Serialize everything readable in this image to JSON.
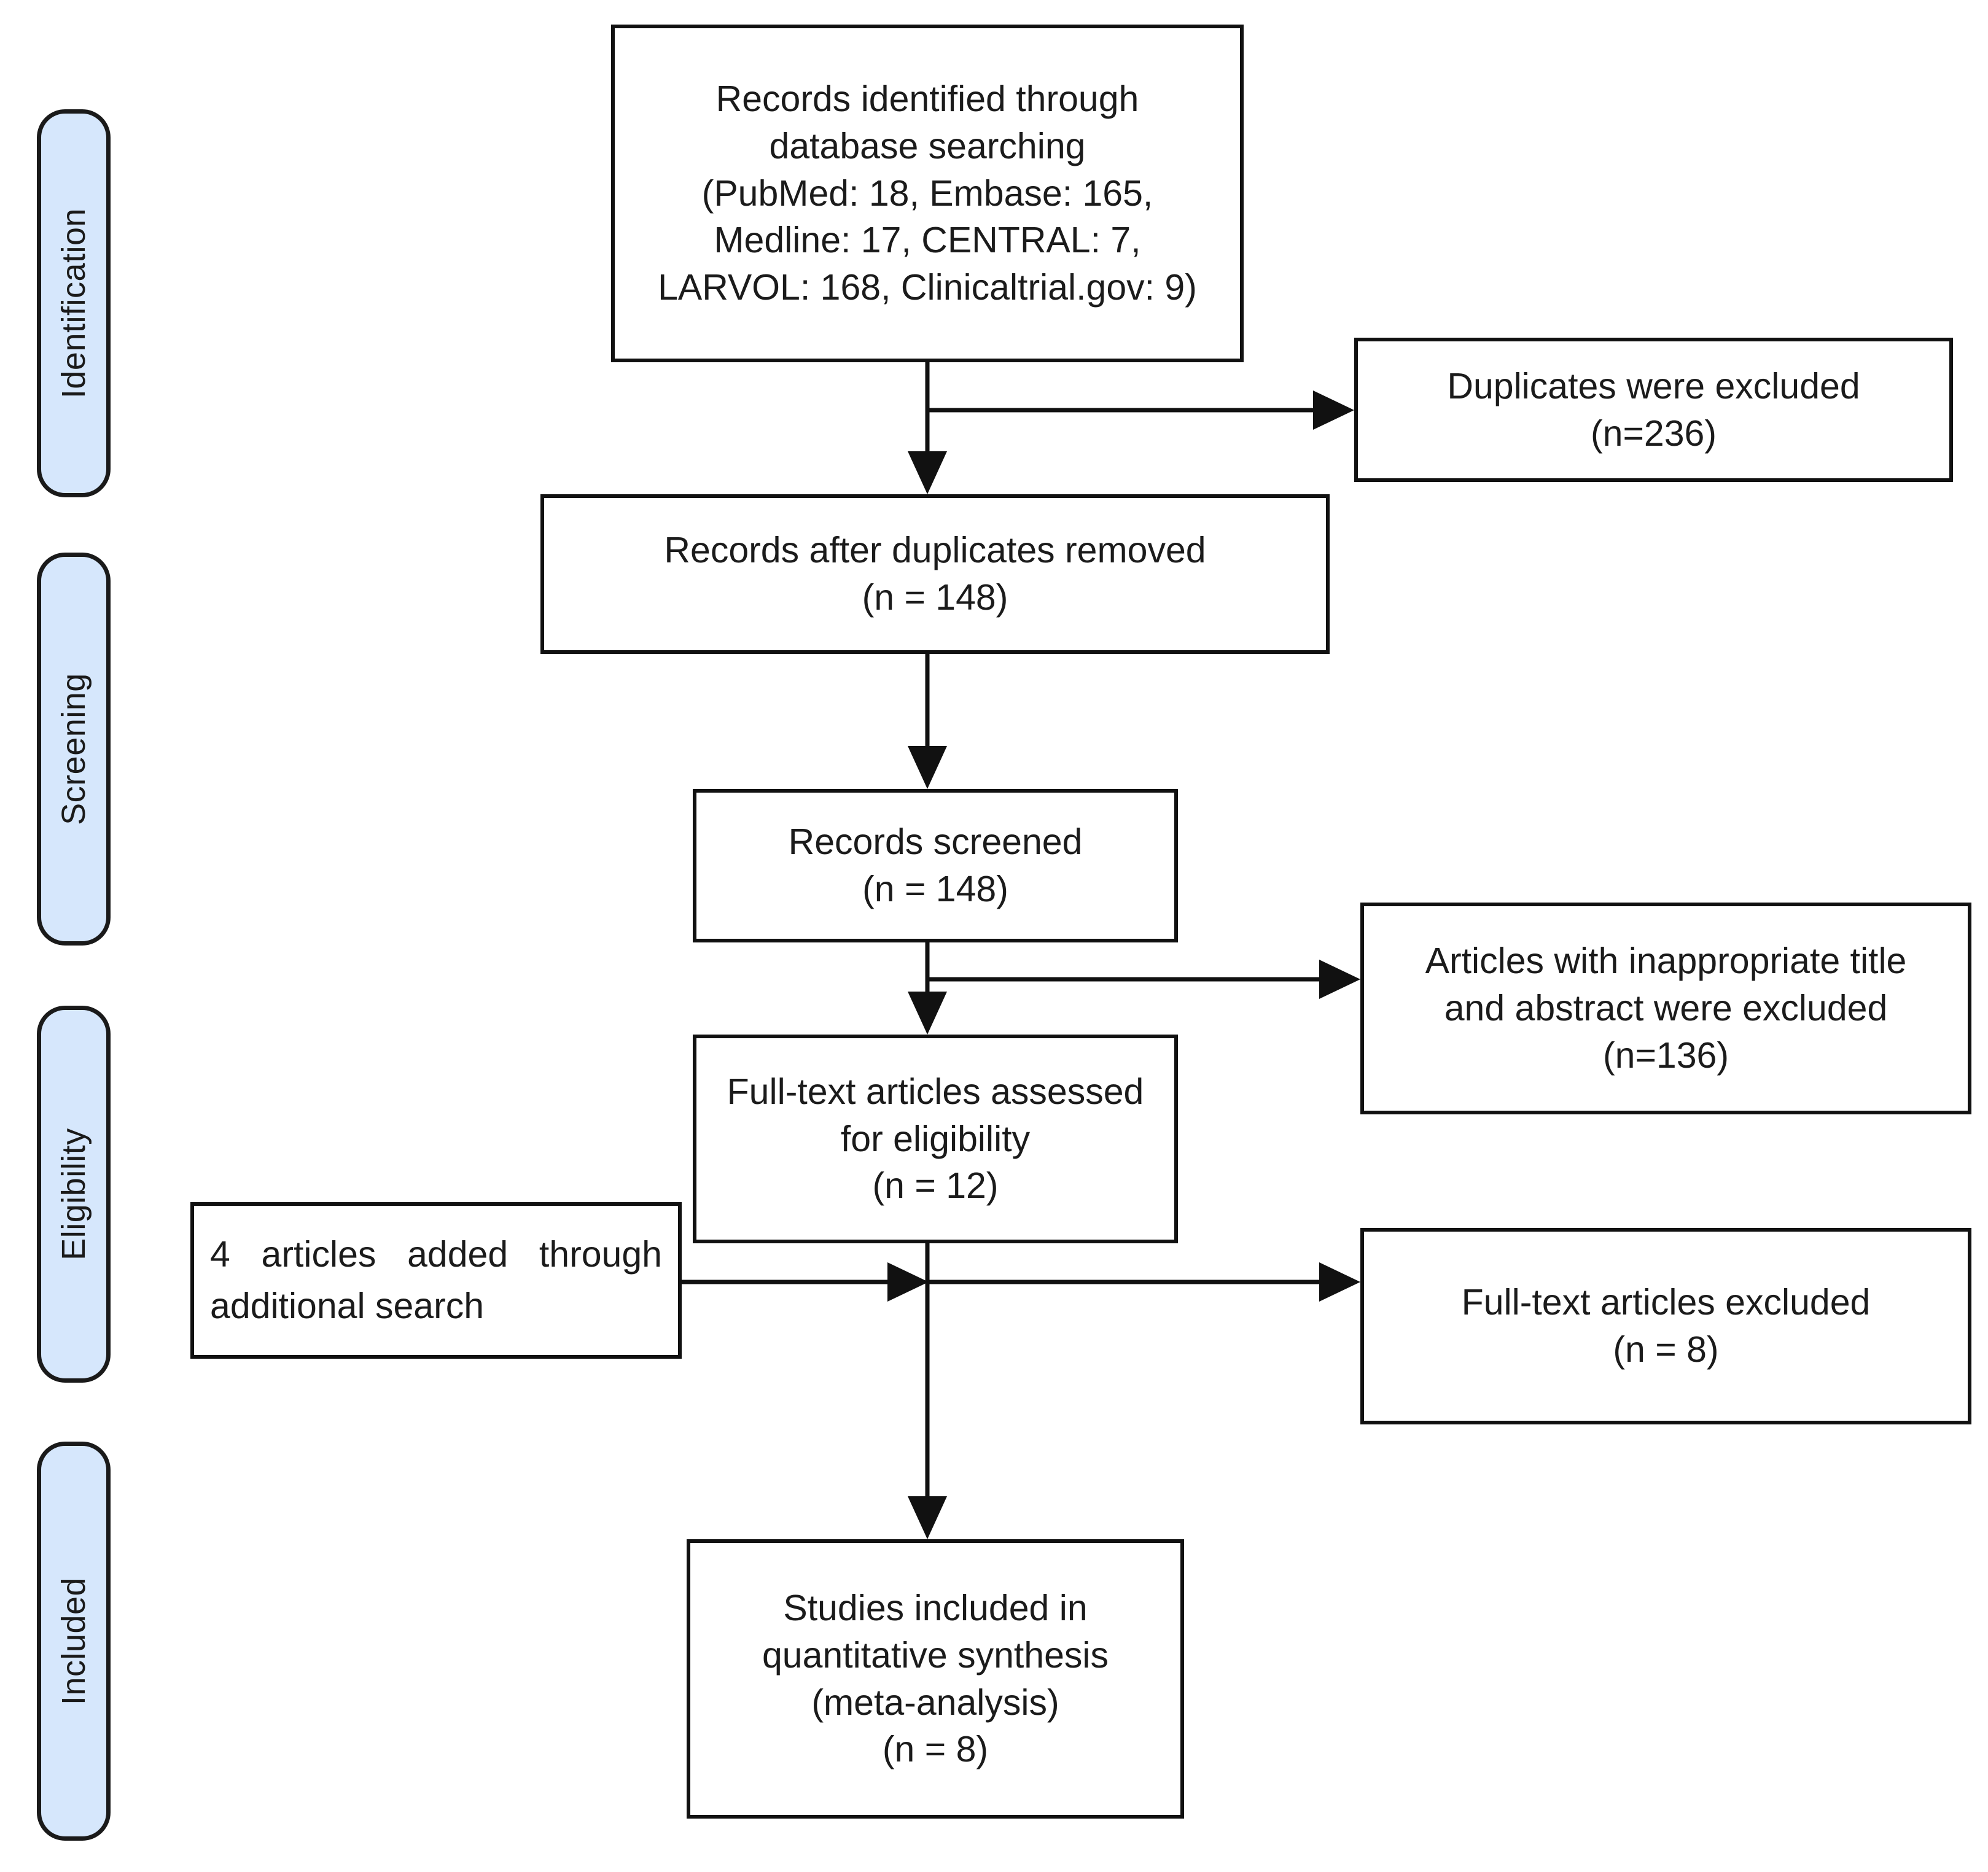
{
  "diagram": {
    "title": "PRISMA flow diagram",
    "type": "flowchart",
    "accent_color": "#d6e7fc",
    "line_color": "#111111",
    "background_color": "#ffffff"
  },
  "stages": [
    {
      "id": "identification",
      "label": "Identification"
    },
    {
      "id": "screening",
      "label": "Screening"
    },
    {
      "id": "eligibility",
      "label": "Eligibility"
    },
    {
      "id": "included",
      "label": "Included"
    }
  ],
  "boxes": {
    "records_identified": {
      "text": "Records identified through\ndatabase searching\n(PubMed: 18, Embase: 165,\nMedline: 17, CENTRAL: 7,\nLARVOL: 168, Clinicaltrial.gov: 9)"
    },
    "duplicates_excluded": {
      "text": "Duplicates were excluded\n(n=236)"
    },
    "records_after_duplicates": {
      "text": "Records after duplicates removed\n(n = 148)"
    },
    "records_screened": {
      "text": "Records screened\n(n = 148)"
    },
    "inappropriate_excluded": {
      "text": "Articles with inappropriate title\nand abstract were excluded\n(n=136)"
    },
    "fulltext_assessed": {
      "text": "Full-text articles assessed\nfor eligibility\n(n = 12)"
    },
    "additional_search": {
      "text": "4 articles added through additional search"
    },
    "fulltext_excluded": {
      "text": "Full-text articles excluded\n(n = 8)"
    },
    "studies_included": {
      "text": "Studies included in\nquantitative synthesis\n(meta-analysis)\n(n = 8)"
    }
  },
  "counts": {
    "pubmed": 18,
    "embase": 165,
    "medline": 17,
    "central": 7,
    "larvol": 168,
    "clinicaltrial_gov": 9,
    "duplicates_excluded": 236,
    "records_after_duplicates": 148,
    "records_screened": 148,
    "title_abstract_excluded": 136,
    "fulltext_assessed": 12,
    "additional_articles": 4,
    "fulltext_excluded": 8,
    "studies_included": 8
  }
}
